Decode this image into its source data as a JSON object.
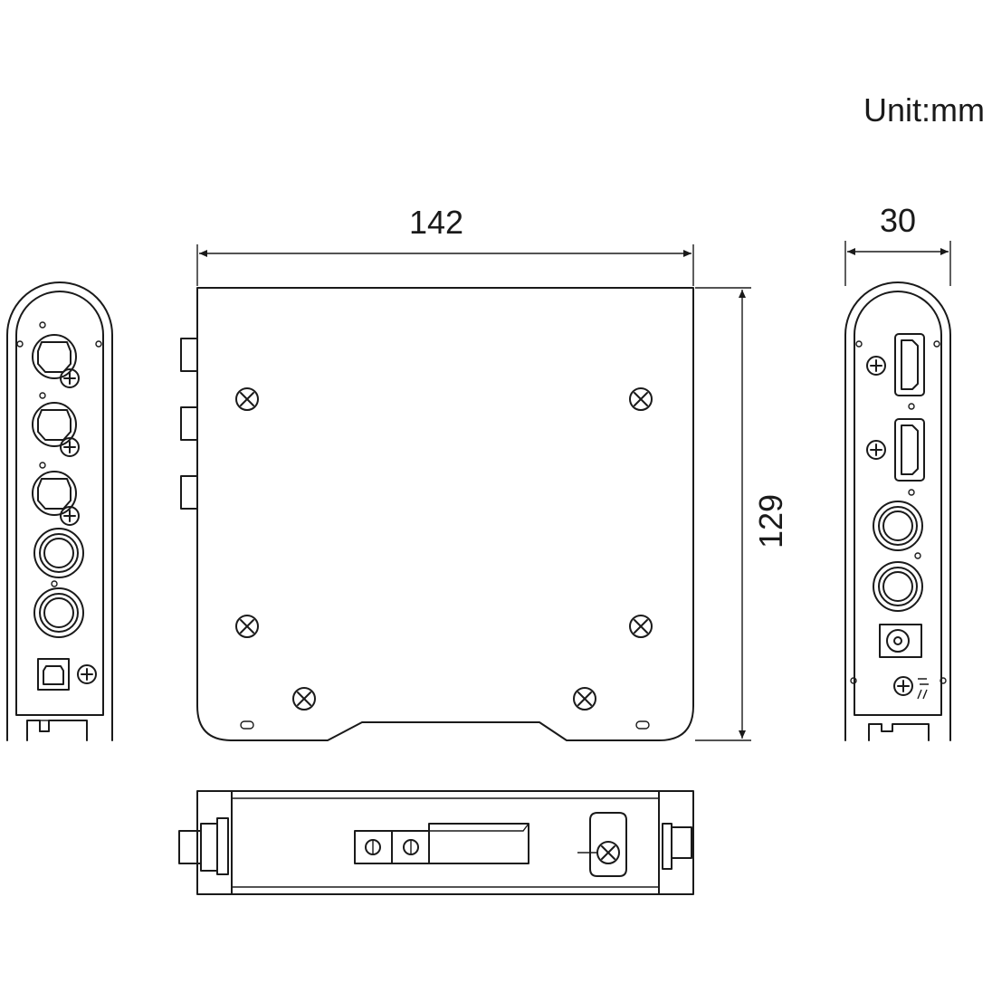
{
  "unit_label": "Unit:mm",
  "dimensions": {
    "width": "142",
    "height": "129",
    "depth": "30"
  }
}
